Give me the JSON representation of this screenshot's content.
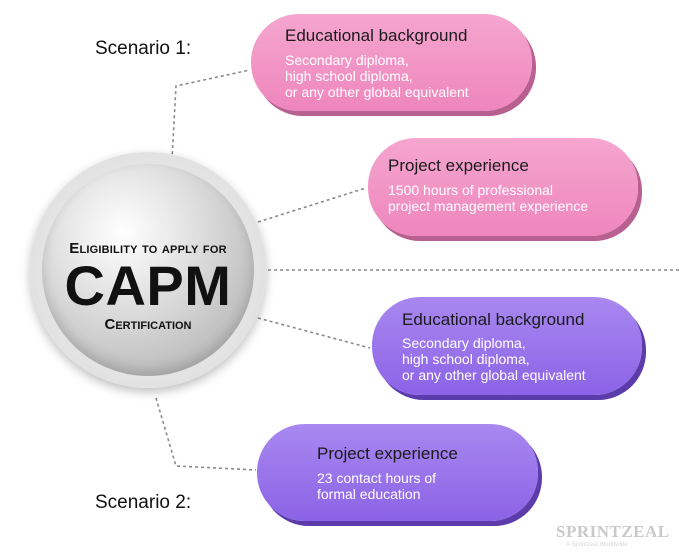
{
  "scenarios": {
    "scenario_1": "Scenario 1:",
    "scenario_2": "Scenario 2:"
  },
  "center": {
    "line1": "Eligibility to apply for",
    "line2": "CAPM",
    "line3": "Certification"
  },
  "boxes": [
    {
      "title": "Educational background",
      "lines": [
        "Secondary diploma,",
        "high school diploma,",
        "or any other global equivalent"
      ],
      "color": "#ee86bd"
    },
    {
      "title": "Project experience",
      "lines": [
        "1500 hours of professional",
        "project management experience"
      ],
      "color": "#ee86bd"
    },
    {
      "title": "Educational background",
      "lines": [
        "Secondary diploma,",
        "high school diploma,",
        "or any other global equivalent"
      ],
      "color": "#8b63e6"
    },
    {
      "title": "Project experience",
      "lines": [
        "23 contact hours of",
        "formal education"
      ],
      "color": "#8b63e6"
    }
  ],
  "logo": {
    "text": "SPRINTZEAL",
    "sub": "A Sprintzeal Worldwide"
  }
}
